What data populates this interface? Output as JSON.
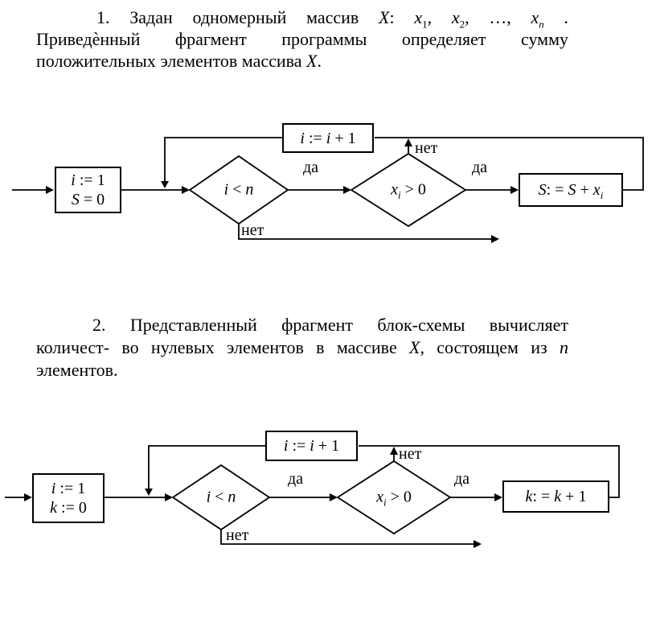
{
  "document": {
    "p1": {
      "line1": [
        {
          "t": "1. Задан одномерный массив "
        },
        {
          "t": "X",
          "i": true
        },
        {
          "t": ": "
        },
        {
          "t": "x",
          "i": true
        },
        {
          "t": "1",
          "sub": true
        },
        {
          "t": ", "
        },
        {
          "t": "x",
          "i": true
        },
        {
          "t": "2",
          "sub": true
        },
        {
          "t": ", …, "
        },
        {
          "t": "x",
          "i": true
        },
        {
          "t": "n",
          "i": true,
          "sub": true
        },
        {
          "t": " ."
        }
      ],
      "line2": [
        {
          "t": "Приведѐнный фрагмент программы определяет сумму"
        }
      ],
      "line3": [
        {
          "t": "положительных элементов массива "
        },
        {
          "t": "X",
          "i": true
        },
        {
          "t": "."
        }
      ]
    },
    "p2": {
      "line1": [
        {
          "t": "2. Представленный фрагмент блок-схемы вычисляет"
        }
      ],
      "line2": [
        {
          "t": "количест- во нулевых элементов в массиве "
        },
        {
          "t": "X",
          "i": true
        },
        {
          "t": ", состоящем из "
        },
        {
          "t": "n",
          "i": true
        }
      ],
      "line3": [
        {
          "t": "элементов."
        }
      ]
    }
  },
  "chart1": {
    "init_line1": [
      {
        "t": "i",
        "i": true
      },
      {
        "t": " := 1"
      }
    ],
    "init_line2": [
      {
        "t": "S",
        "i": true
      },
      {
        "t": " = 0"
      }
    ],
    "incr": [
      {
        "t": "i",
        "i": true
      },
      {
        "t": " := "
      },
      {
        "t": "i",
        "i": true
      },
      {
        "t": " + 1"
      }
    ],
    "cond1": [
      {
        "t": "i",
        "i": true
      },
      {
        "t": " < "
      },
      {
        "t": "n",
        "i": true
      }
    ],
    "cond2": [
      {
        "t": "x",
        "i": true
      },
      {
        "t": "i",
        "i": true,
        "sub": true
      },
      {
        "t": " > 0"
      }
    ],
    "assign": [
      {
        "t": "S",
        "i": true
      },
      {
        "t": ": = "
      },
      {
        "t": "S",
        "i": true
      },
      {
        "t": " + "
      },
      {
        "t": "x",
        "i": true
      },
      {
        "t": "i",
        "i": true,
        "sub": true
      }
    ],
    "label_da_1": "да",
    "label_da_2": "да",
    "label_net_top": "нет",
    "label_net_bottom": "нет"
  },
  "chart2": {
    "init_line1": [
      {
        "t": "i",
        "i": true
      },
      {
        "t": " := 1"
      }
    ],
    "init_line2": [
      {
        "t": "k",
        "i": true
      },
      {
        "t": " := 0"
      }
    ],
    "incr": [
      {
        "t": "i",
        "i": true
      },
      {
        "t": " := "
      },
      {
        "t": "i",
        "i": true
      },
      {
        "t": " + 1"
      }
    ],
    "cond1": [
      {
        "t": "i",
        "i": true
      },
      {
        "t": " < "
      },
      {
        "t": "n",
        "i": true
      }
    ],
    "cond2": [
      {
        "t": "x",
        "i": true
      },
      {
        "t": "i",
        "i": true,
        "sub": true
      },
      {
        "t": " > 0"
      }
    ],
    "assign": [
      {
        "t": "k",
        "i": true
      },
      {
        "t": ": = "
      },
      {
        "t": "k",
        "i": true
      },
      {
        "t": " + 1"
      }
    ],
    "label_da_1": "да",
    "label_da_2": "да",
    "label_net_top": "нет",
    "label_net_bottom": "нет"
  }
}
